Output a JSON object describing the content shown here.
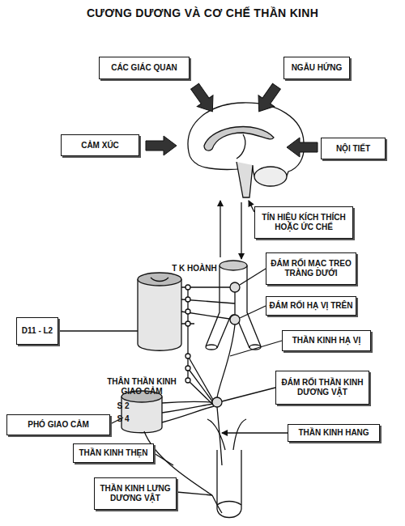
{
  "diagram": {
    "title": "CƯƠNG DƯƠNG VÀ CƠ CHẾ THẦN KINH",
    "nodes": [
      {
        "text": [
          "CÁC GIÁC QUAN"
        ]
      },
      {
        "text": [
          "NGẪU HỨNG"
        ]
      },
      {
        "text": [
          "CẢM XÚC"
        ]
      },
      {
        "text": [
          "NỘI TIẾT"
        ]
      },
      {
        "text": [
          "TÍN HIỆU KÍCH THÍCH HOẶC ỨC CHẾ"
        ]
      },
      {
        "text": [
          "ĐÁM RỐI MẠC TREO TRÀNG DƯỚI"
        ]
      },
      {
        "text": [
          "ĐÁM RỐI HẠ VỊ TRÊN"
        ]
      },
      {
        "text": [
          "D11 - L2"
        ]
      },
      {
        "text": [
          "THẦN KINH HẠ VỊ"
        ]
      },
      {
        "text": [
          "ĐÁM RỐI THẦN KINH DƯƠNG VẬT"
        ]
      },
      {
        "text": [
          "PHÓ GIAO CẢM"
        ]
      },
      {
        "text": [
          "THẦN KINH HANG"
        ]
      },
      {
        "text": [
          "THẦN KINH THẸN"
        ]
      },
      {
        "text": [
          "THẦN KINH LƯNG DƯƠNG VẬT"
        ]
      }
    ],
    "labels": [
      "T K HOÀNH",
      "THÂN THẦN KINH GIAO CẢM",
      "S 2",
      "S 4"
    ]
  }
}
